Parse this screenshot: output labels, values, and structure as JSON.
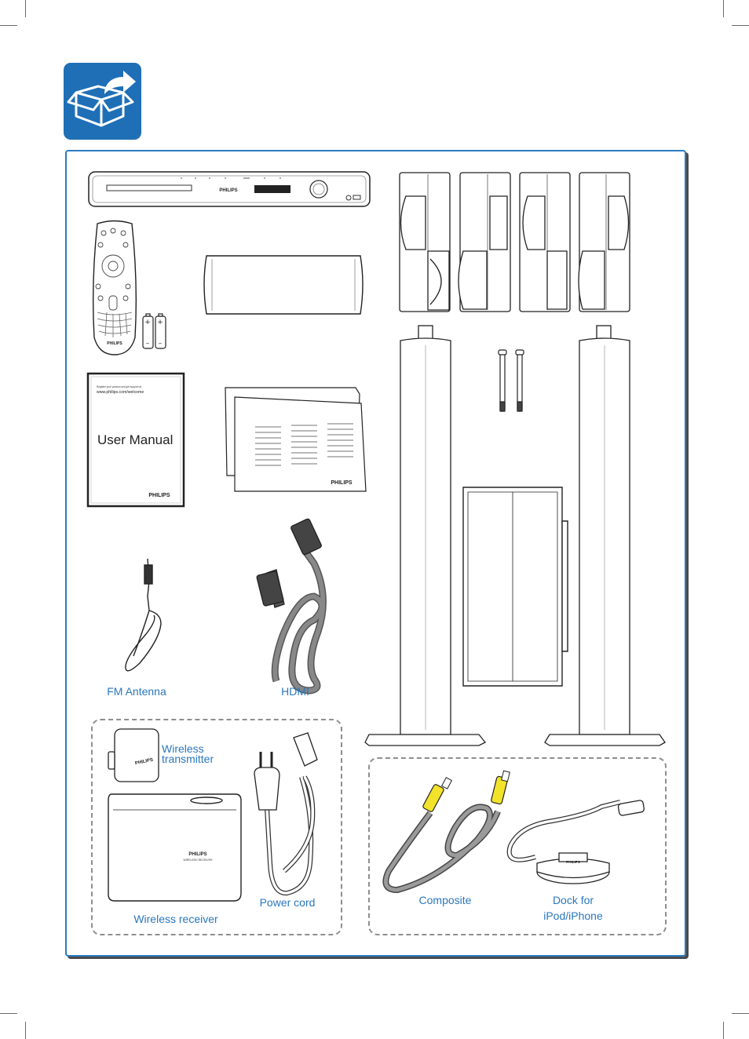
{
  "brand": "PHILIPS",
  "manual": {
    "title": "User Manual",
    "register_line": "Register your product and get support at",
    "url": "www.philips.com/welcome"
  },
  "dock_brand": "PHILIPS",
  "receiver": {
    "brand": "PHILIPS",
    "subtitle": "WIRELESS RECEIVER"
  },
  "labels": {
    "fm_antenna": "FM Antenna",
    "hdmi": "HDMI",
    "wireless_transmitter_1": "Wireless",
    "wireless_transmitter_2": "transmitter",
    "power_cord": "Power cord",
    "wireless_receiver": "Wireless receiver",
    "composite": "Composite",
    "dock_1": "Dock for",
    "dock_2": "iPod/iPhone"
  },
  "colors": {
    "accent": "#1f6fb7",
    "label_blue": "#2a77bd",
    "rca_yellow": "#f2e22a"
  }
}
